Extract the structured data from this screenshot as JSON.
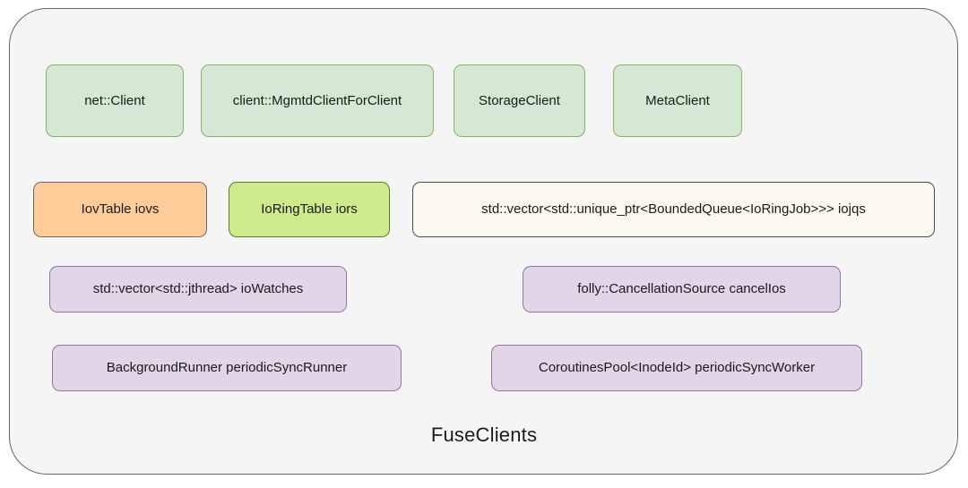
{
  "diagram": {
    "title": "FuseClients",
    "container": {
      "fill": "#f5f5f5",
      "stroke": "#666666"
    },
    "palette": {
      "green": "#d5e8d4",
      "green_stroke": "#82b366",
      "orange": "#ffcc99",
      "orange_stroke": "#6b6b6b",
      "lime": "#cdeb8b",
      "lime_stroke": "#5d7a2e",
      "cream": "#fbf9ef",
      "cream_stroke": "#4d4d4d",
      "purple": "#e1d5e7",
      "purple_stroke": "#9673a6"
    },
    "rows": [
      {
        "nodes": [
          {
            "label": "net::Client"
          },
          {
            "label": "client::MgmtdClientForClient"
          },
          {
            "label": "StorageClient"
          },
          {
            "label": "MetaClient"
          }
        ]
      },
      {
        "nodes": [
          {
            "label": "IovTable iovs"
          },
          {
            "label": "IoRingTable iors"
          },
          {
            "label": "std::vector<std::unique_ptr<BoundedQueue<IoRingJob>>> iojqs"
          }
        ]
      },
      {
        "nodes": [
          {
            "label": "std::vector<std::jthread> ioWatches"
          },
          {
            "label": "folly::CancellationSource cancelIos"
          }
        ]
      },
      {
        "nodes": [
          {
            "label": "BackgroundRunner periodicSyncRunner"
          },
          {
            "label": "CoroutinesPool<InodeId> periodicSyncWorker"
          }
        ]
      }
    ]
  }
}
